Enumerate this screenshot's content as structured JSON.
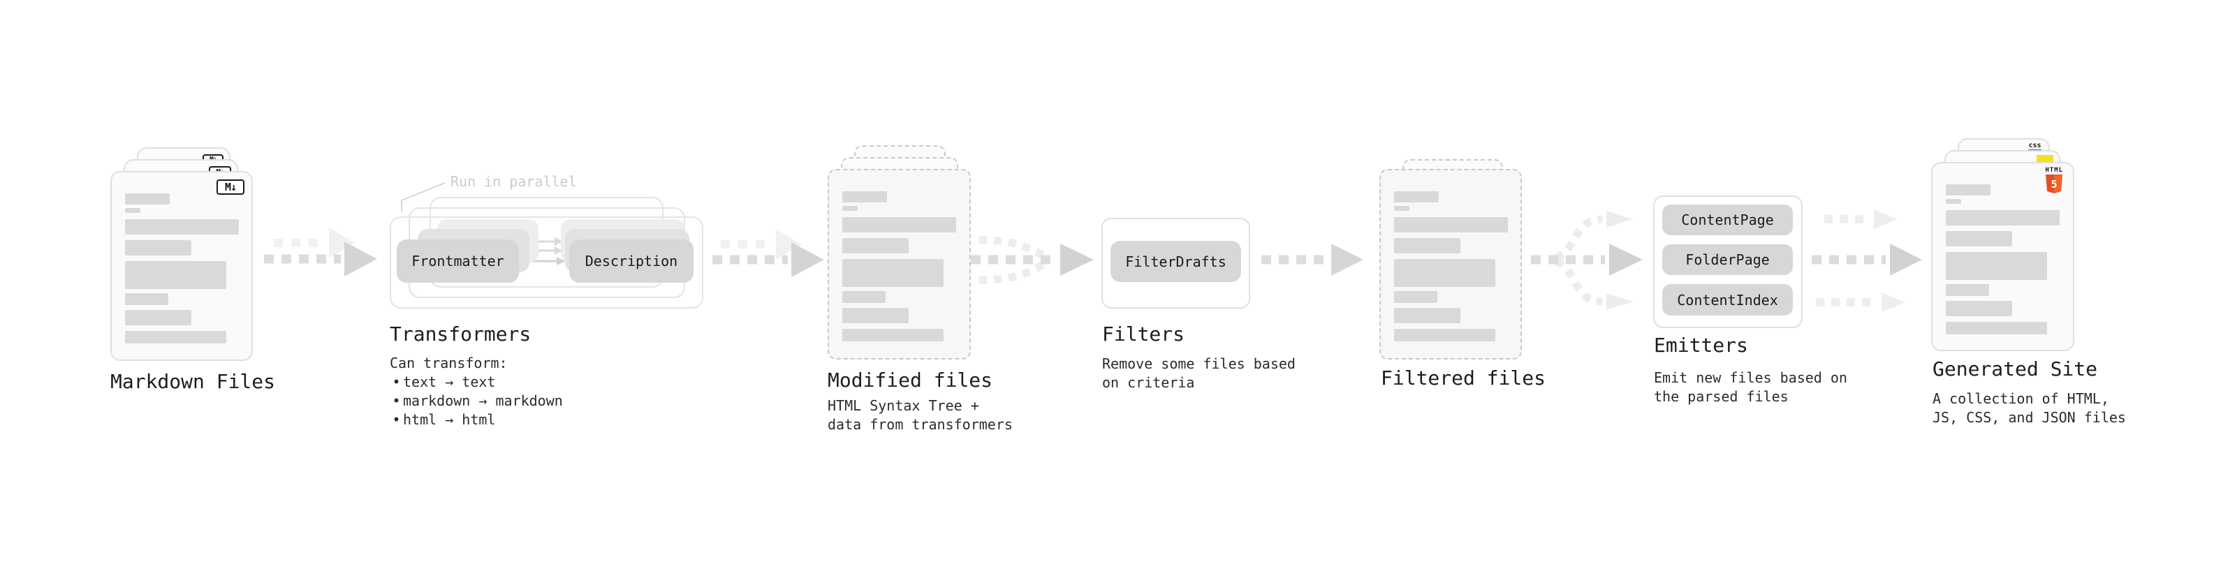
{
  "colors": {
    "html5_orange": "#e44d26",
    "html5_orange_light": "#f16529",
    "js_yellow": "#f7df1e",
    "css_blue": "#2965f1",
    "pill_gray": "#d7d7d7",
    "arrow_gray": "#d2d2d2"
  },
  "stages": {
    "markdown_files": {
      "title": "Markdown Files",
      "icon_text": "M↓"
    },
    "transformers": {
      "title": "Transformers",
      "parallel_note": "Run in parallel",
      "pill_left": "Frontmatter",
      "pill_right": "Description",
      "description_heading": "Can transform:",
      "bullet_char": "•",
      "bullets": [
        "text → text",
        "markdown → markdown",
        "html → html"
      ]
    },
    "modified_files": {
      "title": "Modified files",
      "description": "HTML Syntax Tree +\ndata from transformers"
    },
    "filters": {
      "title": "Filters",
      "pill": "FilterDrafts",
      "description": "Remove some files based\non criteria"
    },
    "filtered_files": {
      "title": "Filtered files"
    },
    "emitters": {
      "title": "Emitters",
      "pills": [
        "ContentPage",
        "FolderPage",
        "ContentIndex"
      ],
      "description": "Emit new files based on\nthe parsed files"
    },
    "generated_site": {
      "title": "Generated Site",
      "description": "A collection of HTML,\nJS, CSS, and JSON files",
      "css_badge_text": "css",
      "html_badge_label": "HTML",
      "html_badge_number": "5"
    }
  }
}
